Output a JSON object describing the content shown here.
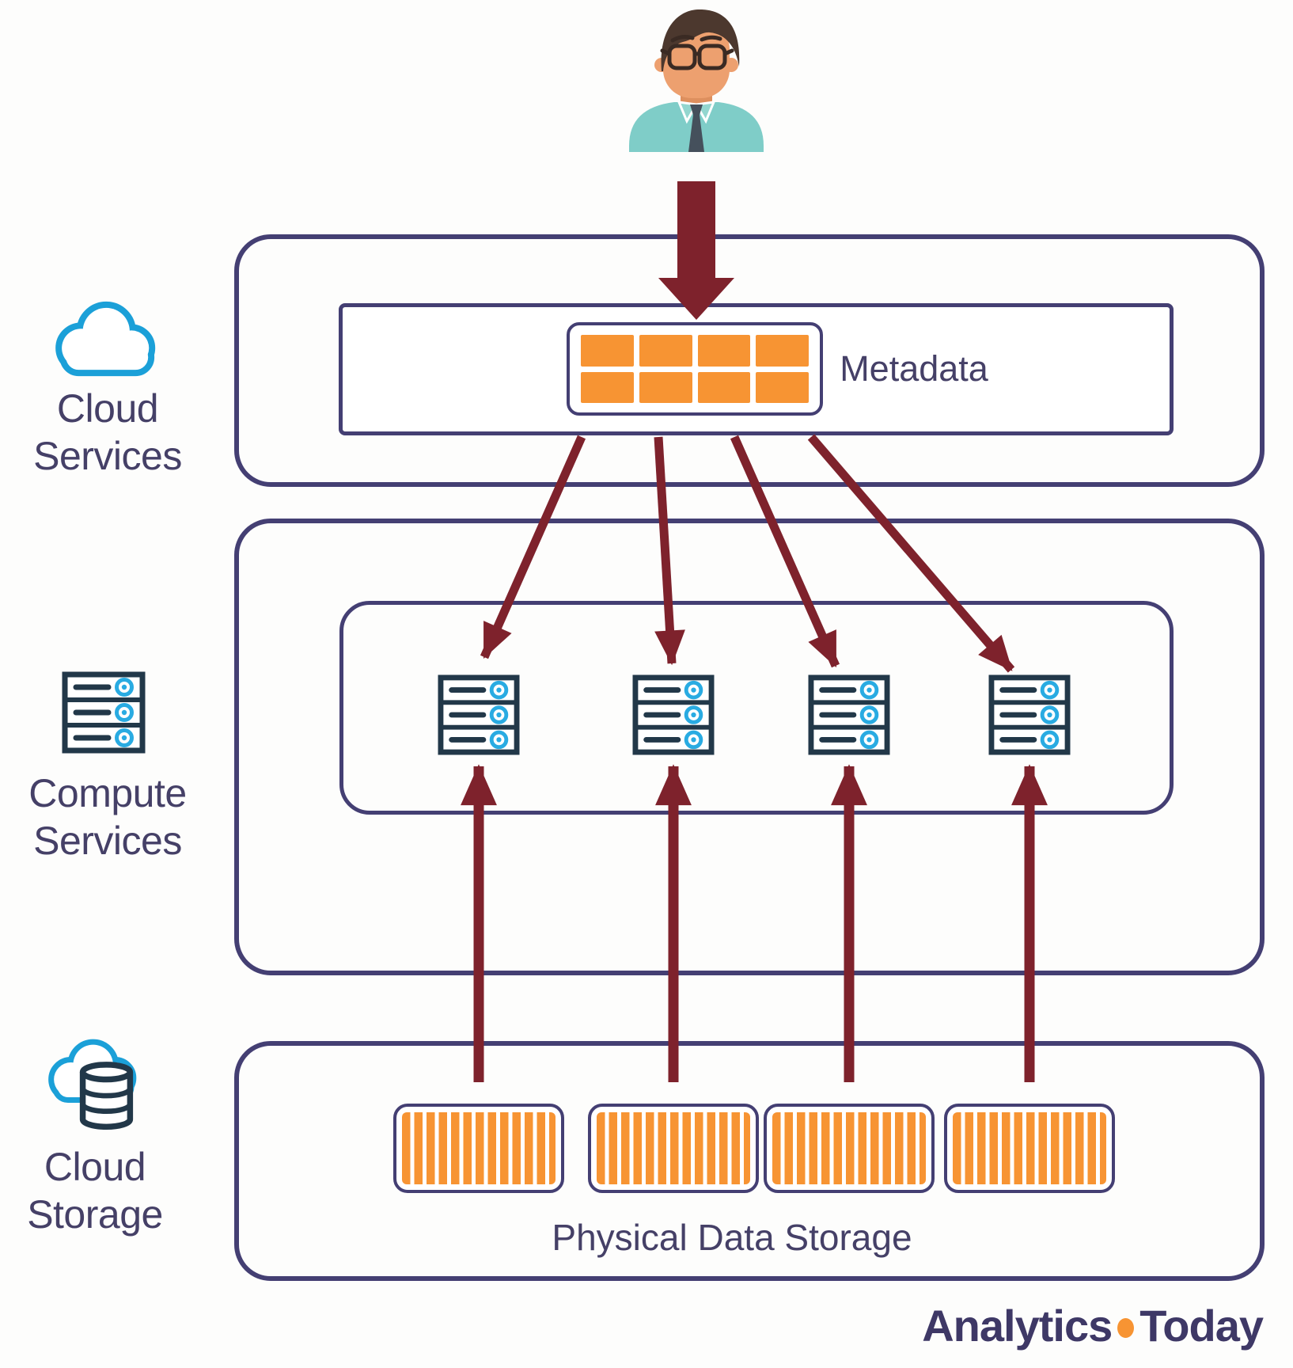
{
  "labels": {
    "cloud_services": {
      "line1": "Cloud",
      "line2": "Services"
    },
    "compute_services": {
      "line1": "Compute",
      "line2": "Services"
    },
    "cloud_storage": {
      "line1": "Cloud",
      "line2": "Storage"
    }
  },
  "metadata": {
    "label": "Metadata"
  },
  "storage": {
    "caption": "Physical Data Storage"
  },
  "brand": {
    "part1": "Analytics",
    "part2": "Today"
  },
  "icons": {
    "user": "user-avatar-icon",
    "cloud": "cloud-icon",
    "server": "server-stack-icon",
    "cloud_database": "cloud-database-icon",
    "metadata_table": "metadata-table-icon",
    "storage_block": "striped-storage-block-icon",
    "arrow": "flow-arrow-icon"
  },
  "colors": {
    "navy": "#443f73",
    "ink": "#223849",
    "cyan": "#1ba0d8",
    "cyan2": "#29abe2",
    "orange": "#f79433",
    "maroon": "#7e222c",
    "text": "#454067",
    "brand": "#3e3866",
    "skin": "#eda06f",
    "skin_dark": "#dd8f5e",
    "hair": "#4c382e",
    "shirt": "#7fcdc8",
    "collar": "#93d6cf",
    "tie": "#45505c",
    "glasses": "#3a2a23"
  }
}
